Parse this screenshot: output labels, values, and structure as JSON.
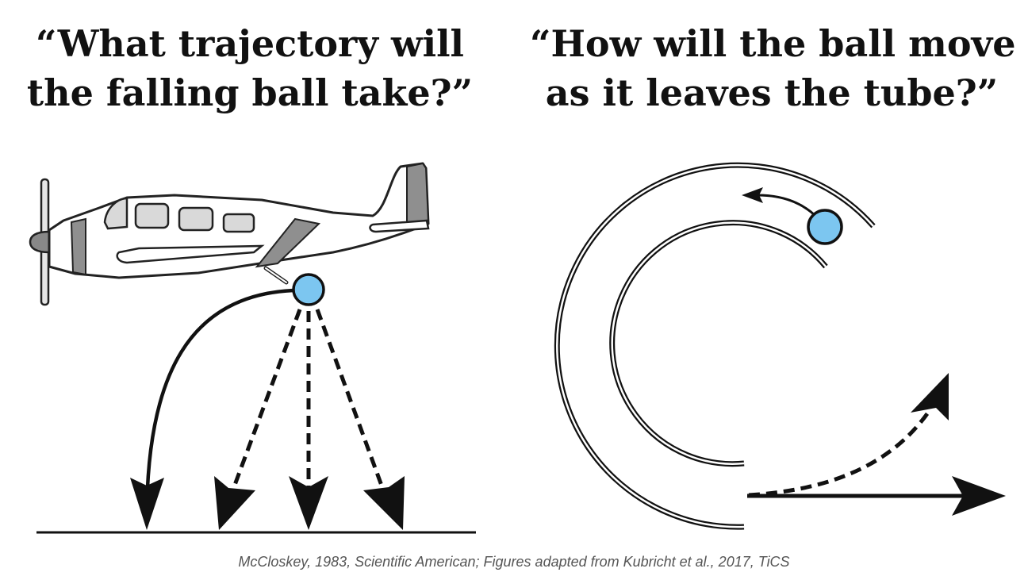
{
  "left_panel": {
    "title_line1": "“What trajectory will",
    "title_line2": "the falling ball take?”"
  },
  "right_panel": {
    "title_line1": "“How will the ball move",
    "title_line2": "as it leaves the tube?”"
  },
  "citation": "McCloskey, 1983, Scientific American; Figures adapted from Kubricht et al., 2017, TiCS",
  "colors": {
    "ball": "#7cc6f0",
    "stripe": "#8f8f8f",
    "window": "#d9d9d9",
    "ink": "#111111"
  }
}
